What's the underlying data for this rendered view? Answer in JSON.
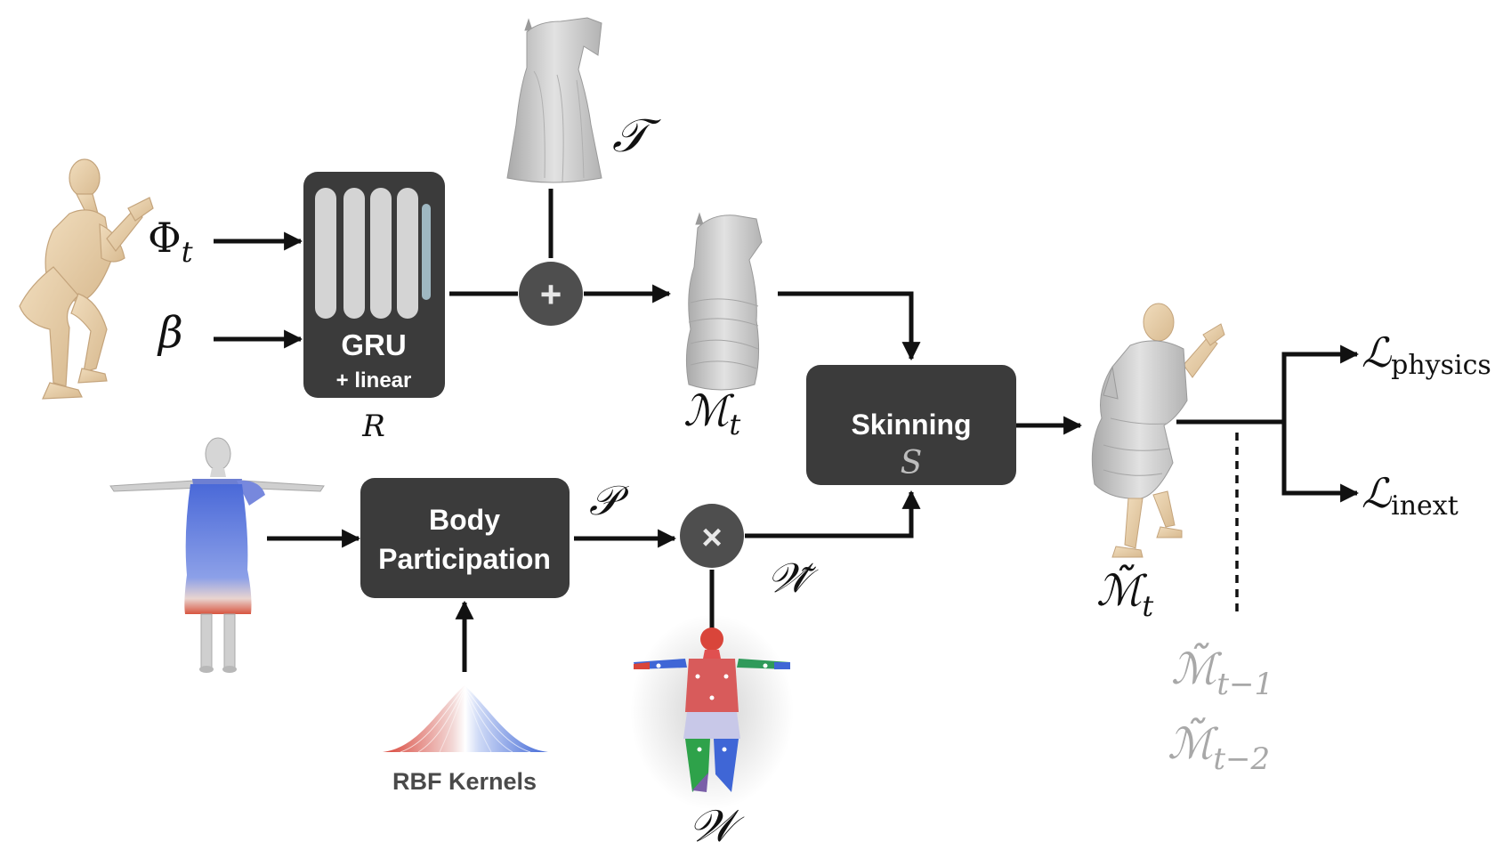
{
  "colors": {
    "block": "#3b3b3b",
    "op_circle": "#4e4e4e",
    "faint_text": "#a8a8a8",
    "gru_bar": "#d4d4d4",
    "gru_bar_accent": "#9fb8c2",
    "cloth": "#c9c9c9",
    "body_skin": "#e6cda8",
    "kernel_red": "#d9453a",
    "kernel_blue": "#3f66d6"
  },
  "inputs": {
    "pose_symbol": "Φ",
    "pose_sub": "t",
    "shape_symbol": "β"
  },
  "gru_block": {
    "label": "GRU",
    "sublabel": "+ linear",
    "symbol": "R"
  },
  "template_symbol": "𝒯",
  "add_op": "+",
  "mult_op": "×",
  "mesh_symbol": "ℳ",
  "mesh_sub": "t",
  "body_participation": {
    "line1": "Body",
    "line2": "Participation"
  },
  "participation_symbol": "𝒫",
  "weights_tilde_symbol": "𝒲̃",
  "weights_symbol": "𝒲",
  "rbf_label": "RBF Kernels",
  "skinning": {
    "label": "Skinning",
    "symbol": "S"
  },
  "output": {
    "mesh_symbol": "ℳ̃",
    "mesh_sub": "t",
    "prev1_symbol": "ℳ̃",
    "prev1_sub": "t−1",
    "prev2_symbol": "ℳ̃",
    "prev2_sub": "t−2"
  },
  "losses": {
    "physics_symbol": "ℒ",
    "physics_sub": "physics",
    "inext_symbol": "ℒ",
    "inext_sub": "inext"
  },
  "icons": {
    "pose_body": "crouching-body-icon",
    "template_dress": "dress-template-icon",
    "deformed_dress": "deformed-dress-icon",
    "tpose_dress": "tpose-dress-icon",
    "rbf": "rbf-kernel-icon",
    "skinning_body": "skinning-weights-body-icon",
    "result": "dressed-crouching-body-icon"
  }
}
